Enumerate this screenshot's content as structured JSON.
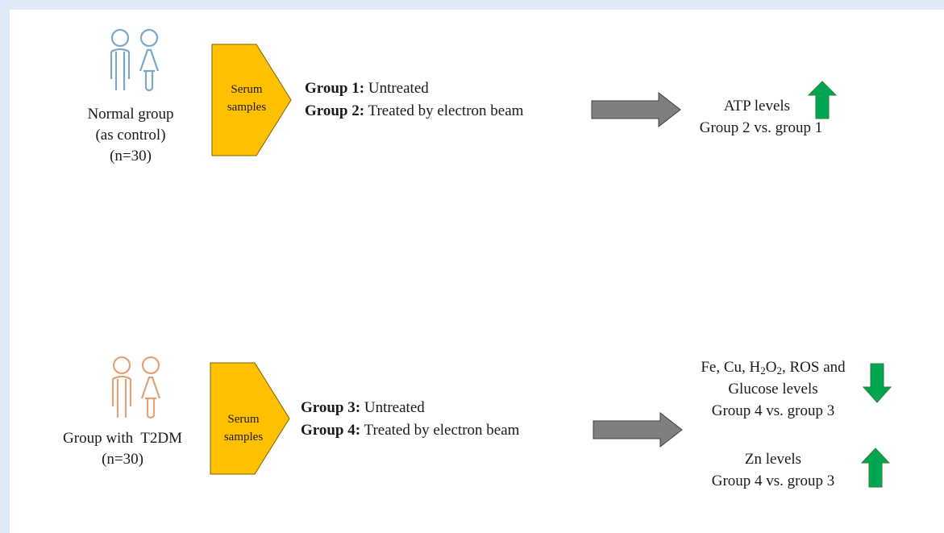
{
  "normal_group": {
    "caption_line1": "Normal group",
    "caption_line2": "(as control)",
    "caption_line3": "(n=30)",
    "icon_color": "#7aa8c8"
  },
  "t2dm_group": {
    "caption_line1": "Group with  T2DM",
    "caption_line2": "(n=30)",
    "icon_color": "#e3a274"
  },
  "serum_box": {
    "line1": "Serum",
    "line2": "samples",
    "fill": "#ffc000",
    "stroke": "#7f6000"
  },
  "groups_top": {
    "g1_label": "Group 1:",
    "g1_text": " Untreated",
    "g2_label": "Group 2:",
    "g2_text": " Treated by electron beam"
  },
  "groups_bottom": {
    "g3_label": "Group 3:",
    "g3_text": " Untreated",
    "g4_label": "Group 4:",
    "g4_text": " Treated by electron beam"
  },
  "results": {
    "atp_line1": "ATP levels",
    "atp_line2": "Group 2 vs. group 1",
    "metals_line1_a": "Fe, Cu, H",
    "metals_sub1": "2",
    "metals_line1_b": "O",
    "metals_sub2": "2",
    "metals_line1_c": ", ROS and",
    "metals_line2": "Glucose levels",
    "metals_line3": "Group 4 vs. group 3",
    "zn_line1": "Zn levels",
    "zn_line2": "Group 4 vs. group 3"
  },
  "colors": {
    "arrow_gray": "#7f7f7f",
    "arrow_green": "#00a651"
  },
  "icons": [
    "people-icon",
    "right-arrow-icon",
    "up-arrow-icon",
    "down-arrow-icon"
  ]
}
